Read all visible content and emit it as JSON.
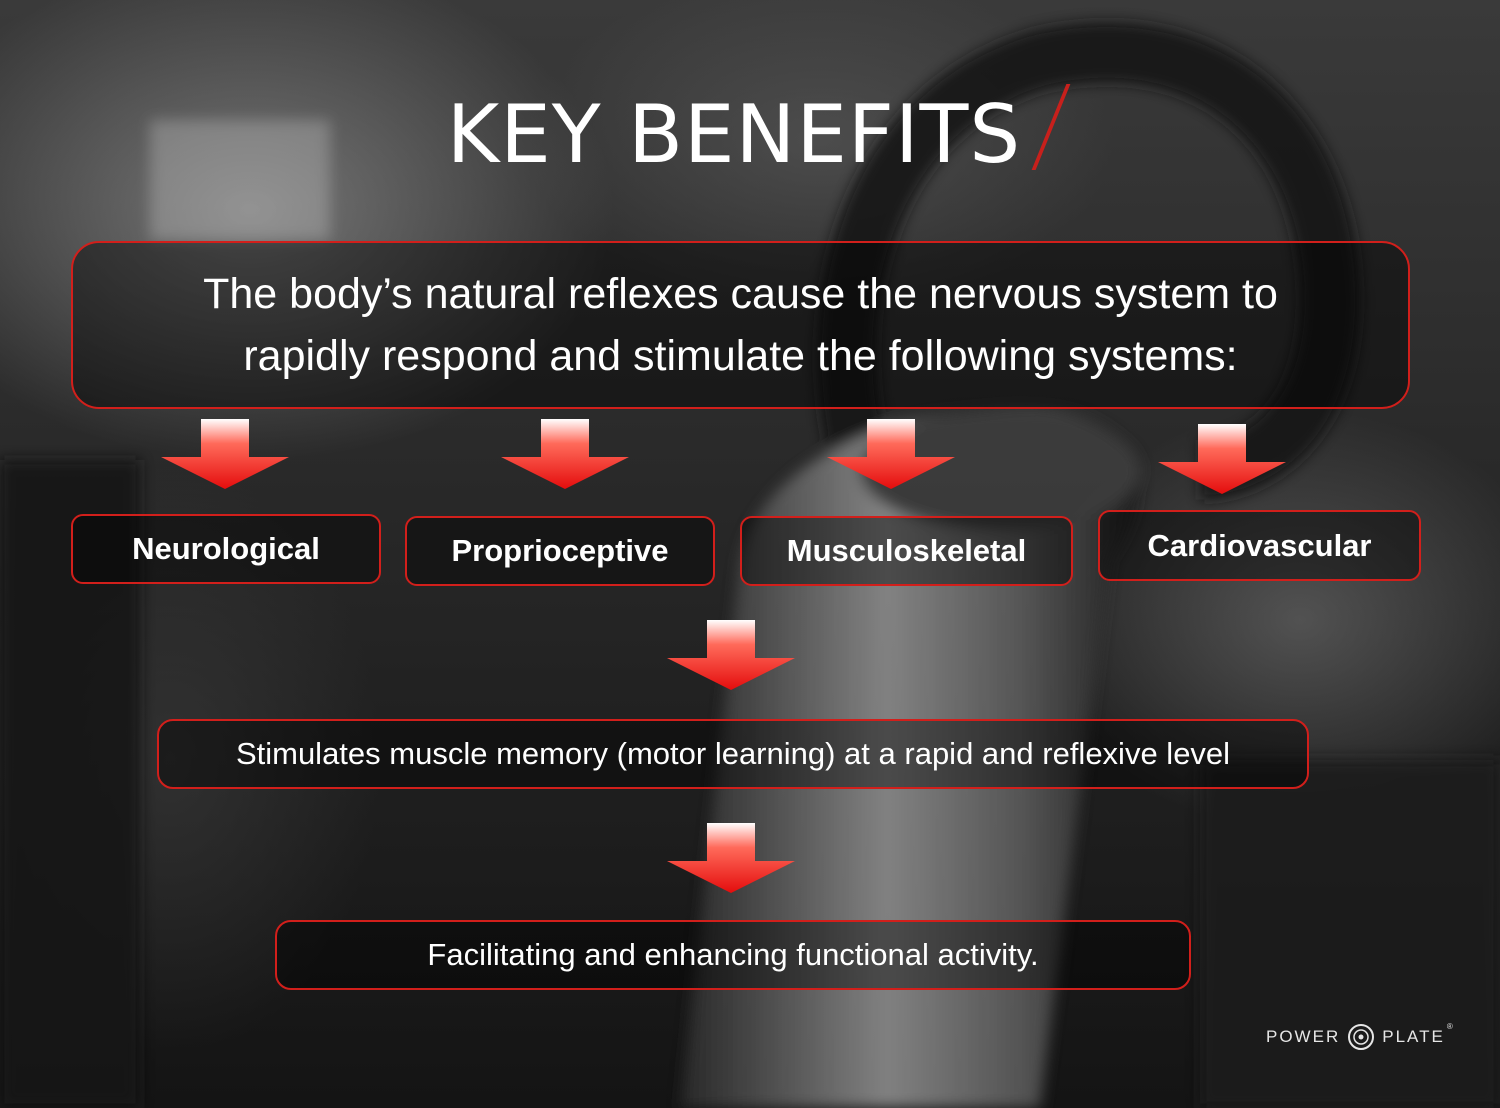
{
  "title": "KEY BENEFITS",
  "accent_color": "#d21f1b",
  "intro": {
    "line1": "The body’s natural reflexes cause the nervous system to",
    "line2": "rapidly respond and stimulate the following systems:"
  },
  "systems": [
    {
      "label": "Neurological"
    },
    {
      "label": "Proprioceptive"
    },
    {
      "label": "Musculoskeletal"
    },
    {
      "label": "Cardiovascular"
    }
  ],
  "steps": [
    {
      "label": "Stimulates muscle memory (motor learning) at a rapid and reflexive level"
    },
    {
      "label": "Facilitating and enhancing functional activity."
    }
  ],
  "logo": {
    "left": "POWER",
    "right": "PLATE",
    "mark": "®",
    "icon": "power-plate-ring-icon"
  }
}
